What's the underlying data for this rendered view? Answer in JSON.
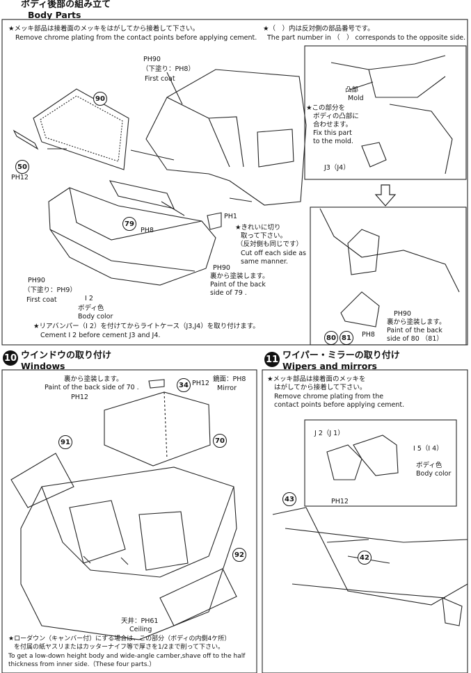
{
  "top_section": {
    "title_jp": "ボディ後部の組み立て",
    "title_en": "Body Parts",
    "note1_jp": "★メッキ部品は接着面のメッキをはがしてから接着して下さい。",
    "note1_en": "Remove chrome plating from the contact points before applying cement.",
    "note2_jp": "★（　）内は反対側の部品番号です。",
    "note2_en": "The part number in （　） corresponds to the opposite side.",
    "paint_ph90": "PH90",
    "undercoat_jp": "（下塗り：PH8）",
    "first_coat": "First coat",
    "part_90": "90",
    "part_50": "50",
    "ph12": "PH12",
    "part_79": "79",
    "ph8": "PH8",
    "ph1": "PH1",
    "cut_jp1": "★きれいに切り",
    "cut_jp2": "取って下さい。",
    "cut_jp3": "（反対側も同じです）",
    "cut_en1": "Cut off each side as",
    "cut_en2": "same manner.",
    "back_paint_jp": "裏から塗装します。",
    "back_paint_en1": "Paint of the back",
    "back_paint_en2": "side of 79 .",
    "ph90_2": "PH90",
    "undercoat2_jp": "（下塗り：PH9）",
    "first_coat2": "First coat",
    "i2": "I 2",
    "body_color_jp": "ボディ色",
    "body_color_en": "Body color",
    "bumper_jp": "★リアバンパー（I 2）を付けてからライトケース（J3,J4）を取り付けます。",
    "bumper_en": "Cement I 2 before cement J3 and J4.",
    "mold_jp": "凸部",
    "mold_en": "Mold",
    "fix_jp1": "★この部分を",
    "fix_jp2": "ボディの凸部に",
    "fix_jp3": "合わせます。",
    "fix_en1": "Fix this part",
    "fix_en2": "to the mold.",
    "j3": "J3（J4）",
    "ph90_3": "PH90",
    "back_paint2_jp": "裏から塗装します。",
    "back_paint2_en1": "Paint of the back",
    "back_paint2_en2": "side of 80 （81）",
    "part_80": "80",
    "part_81": "81",
    "ph8_2": "PH8"
  },
  "windows": {
    "step": "10",
    "title_jp": "ウインドウの取り付け",
    "title_en": "Windows",
    "back_jp": "裏から塗装します。",
    "back_en": "Paint of the back side of 70 .",
    "ph12": "PH12",
    "part_34": "34",
    "ph12b": "PH12",
    "mirror_jp": "鏡面：PH8",
    "mirror_en": "Mirror",
    "part_70": "70",
    "part_91": "91",
    "part_92": "92",
    "ceiling_jp": "天井：PH61",
    "ceiling_en": "Ceiling"
  },
  "wipers": {
    "step": "11",
    "title_jp": "ワイパー・ミラーの取り付け",
    "title_en": "Wipers and mirrors",
    "note_jp1": "★メッキ部品は接着面のメッキを",
    "note_jp2": "はがしてから接着して下さい。",
    "note_en1": "Remove chrome plating from the",
    "note_en2": "contact points before applying cement.",
    "j2": "J 2（J 1）",
    "i5": "I 5（I 4）",
    "body_color_jp": "ボディ色",
    "body_color_en": "Body color",
    "part_43": "43",
    "ph12": "PH12",
    "part_42": "42"
  },
  "bottom_note": {
    "jp1": "★ローダウン（キャンバー付）にする場合は、この部分（ボディの内側4ケ所）",
    "jp2": "を付属の紙ヤスリまたはカッターナイフ等で厚さを1/2まで削って下さい。",
    "en1": "To get a low-down height body and wide-angle camber,shave off to the half",
    "en2": "thickness from inner side.（These four parts.）"
  }
}
